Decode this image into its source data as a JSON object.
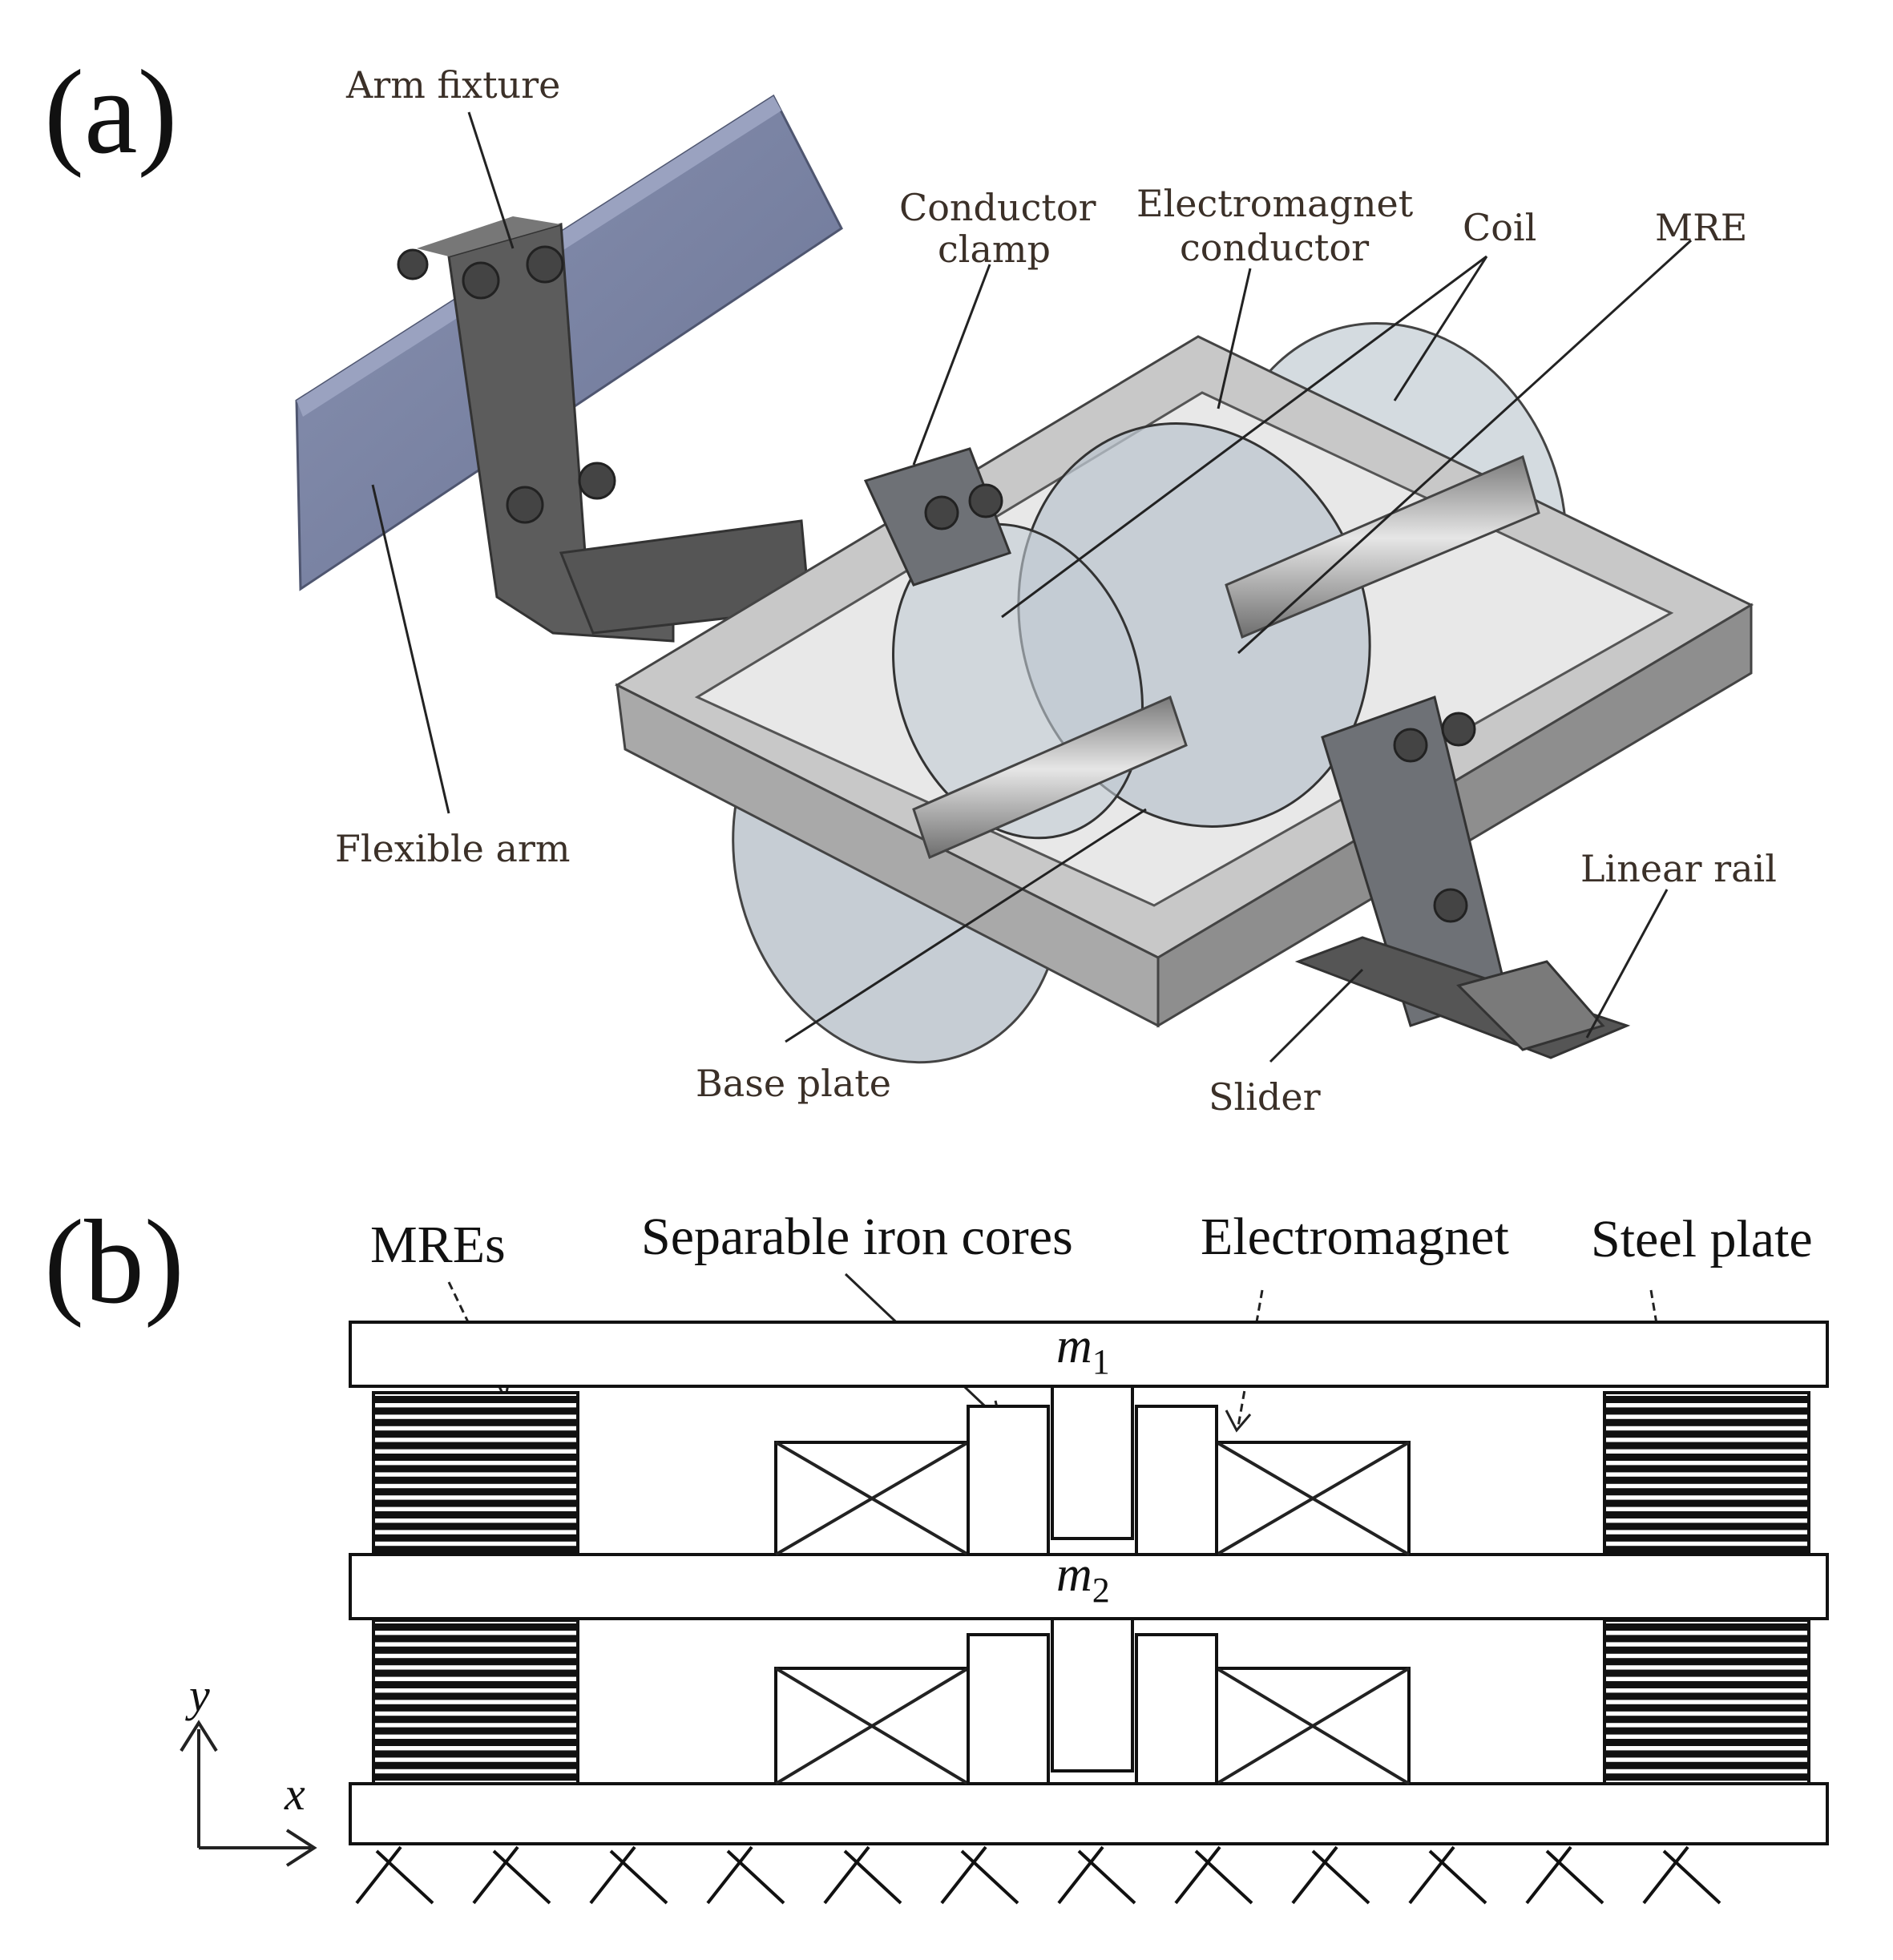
{
  "panel_a": {
    "label": "(a)",
    "callouts": {
      "arm_fixture": "Arm fixture",
      "conductor_clamp_1": "Conductor",
      "conductor_clamp_2": "clamp",
      "electromagnet_conductor_1": "Electromagnet",
      "electromagnet_conductor_2": "conductor",
      "coil": "Coil",
      "mre": "MRE",
      "flexible_arm": "Flexible arm",
      "linear_rail": "Linear rail",
      "base_plate": "Base plate",
      "slider": "Slider"
    }
  },
  "panel_b": {
    "label": "(b)",
    "labels": {
      "mres": "MREs",
      "separable_iron_cores": "Separable iron cores",
      "electromagnet": "Electromagnet",
      "steel_plate": "Steel plate"
    },
    "masses": {
      "m1": "m",
      "m1_sub": "1",
      "m2": "m",
      "m2_sub": "2"
    },
    "axes": {
      "x": "x",
      "y": "y"
    }
  },
  "colors": {
    "frame_gray": "#a9a9a9",
    "arm_blue": "#7c86a6",
    "fixture_dark": "#5c5c5c",
    "mre_black": "#111111"
  }
}
